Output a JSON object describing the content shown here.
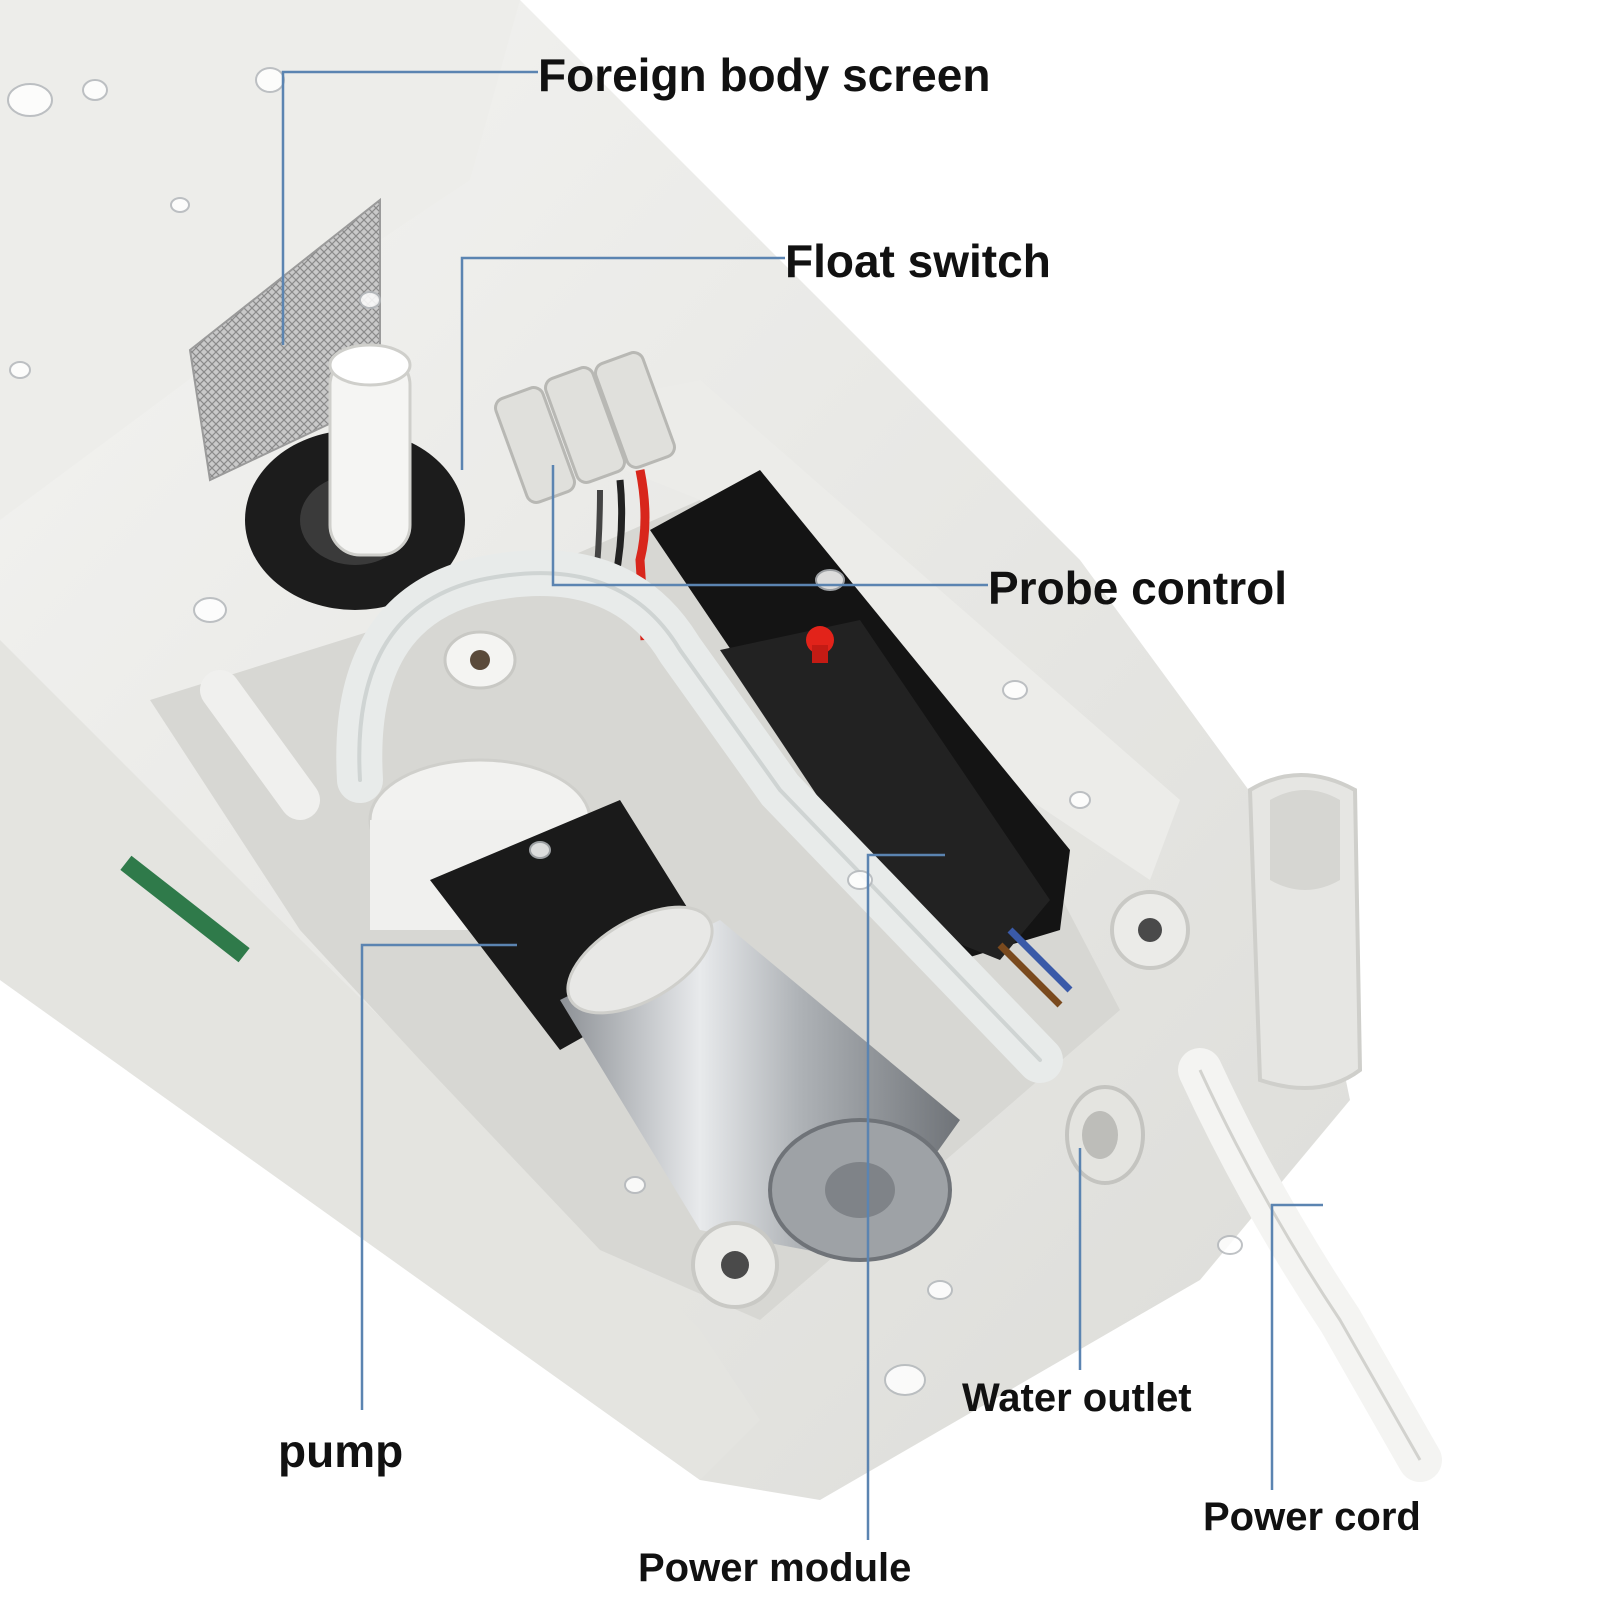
{
  "labels": {
    "foreign_body_screen": "Foreign body screen",
    "float_switch": "Float switch",
    "probe_control": "Probe control",
    "water_outlet": "Water outlet",
    "pump": "pump",
    "power_cord": "Power cord",
    "power_module": "Power module"
  },
  "colors": {
    "leader_line": "#5b84b1",
    "housing": "#e9e9e6",
    "motor_band": "#1a1a1a",
    "motor_can": "#b9bcc0",
    "wire_red": "#d8261c",
    "led_red": "#e2231a"
  }
}
